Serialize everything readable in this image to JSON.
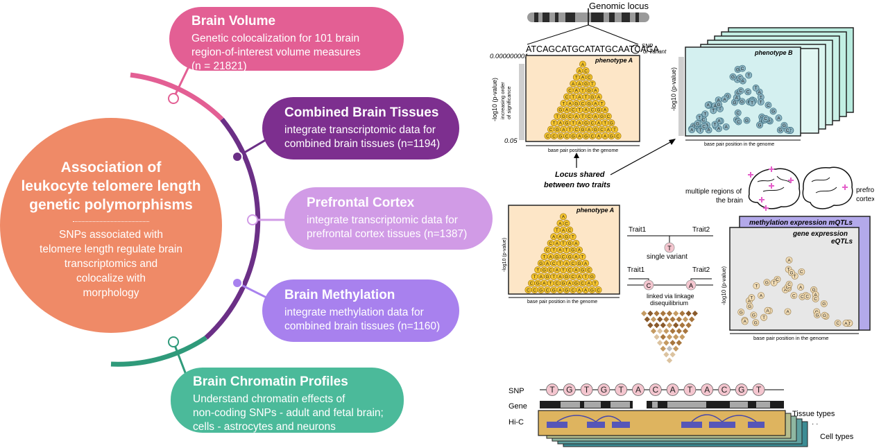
{
  "center": {
    "title_lines": [
      "Association of",
      "leukocyte telomere length",
      "genetic polymorphisms"
    ],
    "divider": "..................",
    "body_lines": [
      "SNPs associated with",
      "telomere length regulate brain",
      "transcriptomics and",
      "colocalize with",
      "morphology"
    ]
  },
  "pills": [
    {
      "title": "Brain Volume",
      "lines": [
        "Genetic colocalization for 101 brain",
        "region-of-interest volume measures",
        "(n = 21821)"
      ],
      "color": "#e35f94"
    },
    {
      "title": "Combined Brain Tissues",
      "lines": [
        "integrate transcriptomic data for",
        "combined brain tissues (n=1194)"
      ],
      "color": "#7d2f8f"
    },
    {
      "title": "Prefrontal Cortex",
      "lines": [
        "integrate transcriptomic data for",
        "prefrontal cortex tissues (n=1387)"
      ],
      "color": "#d19be6"
    },
    {
      "title": "Brain Methylation",
      "lines": [
        "integrate methylation data for",
        "combined brain tissues (n=1160)"
      ],
      "color": "#a881ee"
    },
    {
      "title": "Brain Chromatin Profiles",
      "lines": [
        "Understand chromatin effects of",
        "non-coding SNPs - adult and fetal brain;",
        "cells - astrocytes and neurons"
      ],
      "color": "#4bba9a"
    }
  ],
  "colors": {
    "center": "#ef8a67",
    "arc_pink": "#e35f94",
    "arc_purple": "#6b2f86",
    "arc_teal": "#2f9a7a"
  },
  "panel_a": {
    "locus_label": "Genomic locus",
    "sequence": "ATCAGCATGCATATGCAATCAGA",
    "snp_label": "SNP",
    "snp_sub": "or variant",
    "y_top": "0.000000001",
    "y_bottom": "0.05",
    "y_axis": "-log10 (p-value)",
    "y_note_lines": [
      "increasing order",
      "of significance"
    ],
    "phenotype": "phenotype A",
    "x_axis": "base pair position in the genome"
  },
  "panel_b": {
    "phenotype": "phenotype B",
    "y_axis": "-log10 (p-value)",
    "x_axis": "base pair position in the genome"
  },
  "shared_label_lines": [
    "Locus shared",
    "between two traits"
  ],
  "brain": {
    "left_label_lines": [
      "multiple regions of",
      "the brain"
    ],
    "right_label_lines": [
      "prefrontal",
      "cortex"
    ]
  },
  "panel_c": {
    "phenotype": "phenotype A",
    "y_axis": "-log10 (p-value)",
    "x_axis": "base pair position in the genome"
  },
  "middle": {
    "trait1": "Trait1",
    "trait2": "Trait2",
    "single_letter": "T",
    "single_label": "single variant",
    "linked_left": "C",
    "linked_right": "A",
    "linked_label_lines": [
      "linked via linkage",
      "disequilibrium"
    ]
  },
  "panel_d": {
    "back_label": "methylation expression mQTLs",
    "front_label_lines": [
      "gene expression",
      "eQTLs"
    ],
    "y_axis": "-log10 (p-value)",
    "x_axis": "base pair position in the genome"
  },
  "bottom": {
    "snp_label": "SNP",
    "snp_letters": [
      "T",
      "G",
      "T",
      "G",
      "T",
      "A",
      "C",
      "A",
      "T",
      "A",
      "C",
      "G",
      "T"
    ],
    "gene_label": "Gene",
    "hic_label": "Hi-C",
    "tissue_label": "Tissue types",
    "cell_label": "Cell types"
  },
  "letters": {
    "pyramid_a": [
      "A",
      "A",
      "C",
      "T",
      "A",
      "C",
      "A",
      "A",
      "G",
      "T",
      "C",
      "A",
      "T",
      "G",
      "A",
      "C",
      "T",
      "A",
      "T",
      "G",
      "A",
      "T",
      "A",
      "G",
      "C",
      "G",
      "A",
      "T",
      "G",
      "A",
      "C",
      "T",
      "A",
      "C",
      "G",
      "A",
      "T",
      "G",
      "C",
      "A",
      "T",
      "C",
      "A",
      "G",
      "C",
      "T",
      "A",
      "G",
      "T",
      "A",
      "G",
      "C",
      "A",
      "T",
      "G",
      "C",
      "G",
      "A",
      "T",
      "C",
      "G",
      "A",
      "G",
      "C",
      "A",
      "T",
      "C",
      "C",
      "G",
      "C",
      "G",
      "A",
      "G",
      "C",
      "A",
      "A",
      "G",
      "C",
      "T",
      "A",
      "A",
      "G"
    ],
    "scatter_b": [
      "G",
      "G",
      "C",
      "G",
      "T",
      "C",
      "A",
      "A",
      "T",
      "G",
      "T",
      "A",
      "C",
      "C",
      "G",
      "T",
      "A",
      "T",
      "C",
      "A",
      "G",
      "G",
      "T",
      "C",
      "G",
      "A",
      "T",
      "G",
      "A",
      "C",
      "T",
      "A",
      "G",
      "C",
      "A",
      "C",
      "A",
      "G",
      "C",
      "G",
      "T",
      "A",
      "T",
      "G",
      "A",
      "C",
      "G",
      "T",
      "C",
      "T",
      "C",
      "G",
      "G",
      "C",
      "G",
      "T",
      "A",
      "T",
      "G",
      "A",
      "C",
      "T",
      "G",
      "A",
      "G",
      "A",
      "T",
      "G",
      "C",
      "A",
      "C",
      "A",
      "C",
      "G"
    ],
    "scatter_d": [
      "C",
      "A",
      "T",
      "T",
      "G",
      "A",
      "G",
      "T",
      "A",
      "C",
      "T",
      "A",
      "G",
      "T",
      "A",
      "C",
      "G",
      "T",
      "A",
      "G",
      "C",
      "A",
      "T",
      "G",
      "C",
      "A",
      "T",
      "A",
      "G",
      "C",
      "T",
      "G",
      "A",
      "C",
      "G",
      "G",
      "A",
      "C",
      "A",
      "G",
      "C",
      "T",
      "A",
      "G"
    ]
  }
}
